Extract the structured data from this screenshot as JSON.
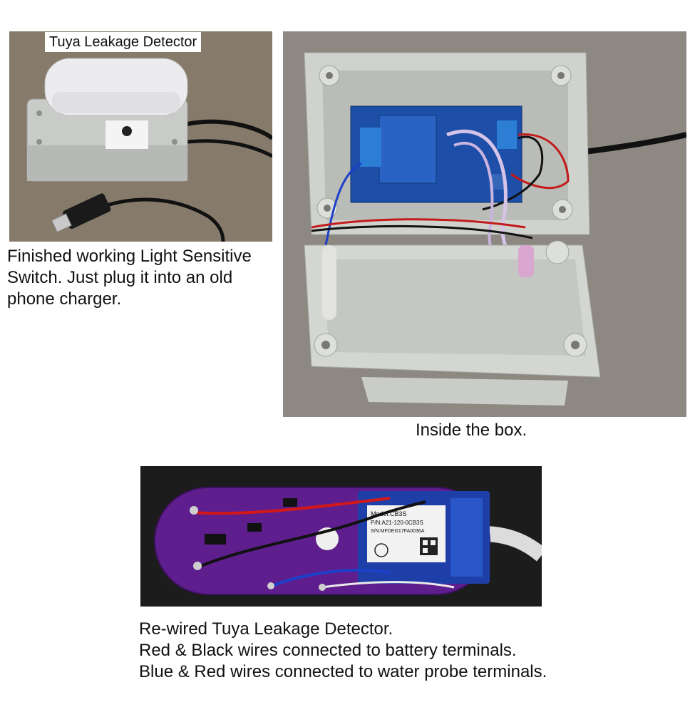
{
  "top_left_photo": {
    "label": "Tuya Leakage Detector",
    "caption": [
      "Finished working Light Sensitive",
      "Switch.  Just plug it into an old",
      "phone charger."
    ]
  },
  "top_right_photo": {
    "caption": "Inside the box."
  },
  "bottom_photo": {
    "module_label": {
      "model": "Model:CB3S",
      "pn": "P/N:A21-120-0CB3S",
      "sn": "S/N:MFDEG17FA0036A"
    },
    "caption": [
      "Re-wired Tuya Leakage Detector.",
      "Red & Black wires connected to battery terminals.",
      "Blue & Red wires connected to water probe terminals."
    ]
  }
}
